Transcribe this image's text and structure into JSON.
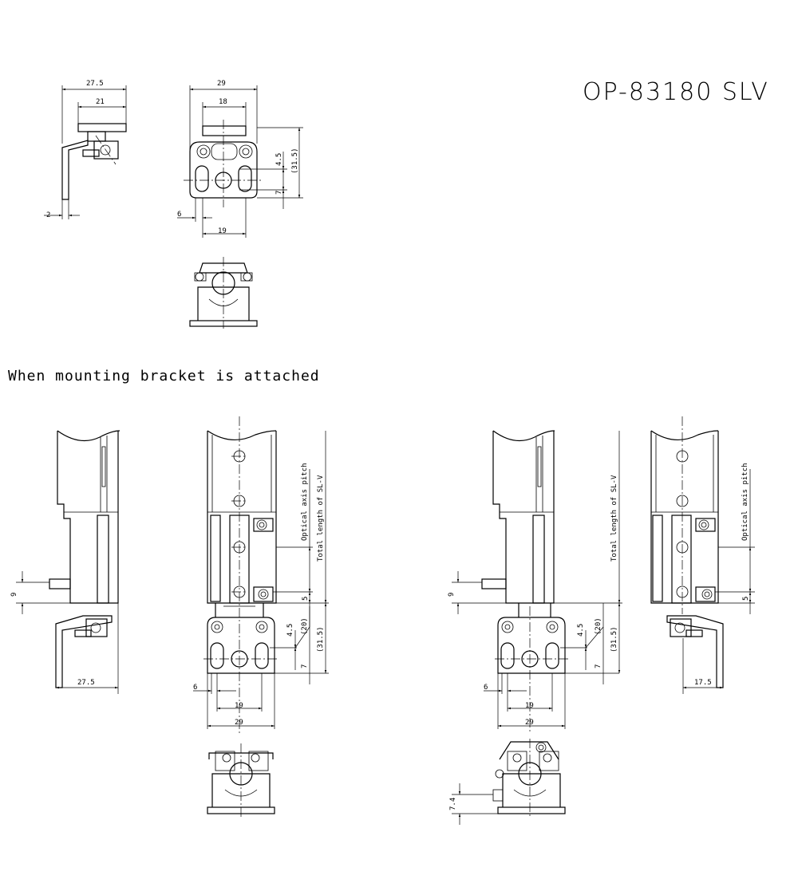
{
  "title": "OP-83180 SLV",
  "subtitle": "When mounting bracket is attached",
  "top_view": {
    "dims": [
      "27.5",
      "21",
      "29",
      "18",
      "4.5",
      "(31.5)",
      "7",
      "2",
      "6",
      "19"
    ]
  },
  "left_assembly": {
    "dims": [
      "9",
      "27.5",
      "6",
      "19",
      "29",
      "5",
      "4.5",
      "(20)",
      "(31.5)",
      "7"
    ],
    "labels": {
      "optical_axis_pitch": "Optical axis pitch",
      "total_length": "Total length of SL-V"
    }
  },
  "right_assembly": {
    "dims": [
      "9",
      "6",
      "19",
      "29",
      "4.5",
      "(20)",
      "(31.5)",
      "7",
      "5",
      "17.5",
      "7.4"
    ],
    "labels": {
      "optical_axis_pitch": "Optical axis pitch",
      "total_length": "Total length of SL-V"
    }
  }
}
